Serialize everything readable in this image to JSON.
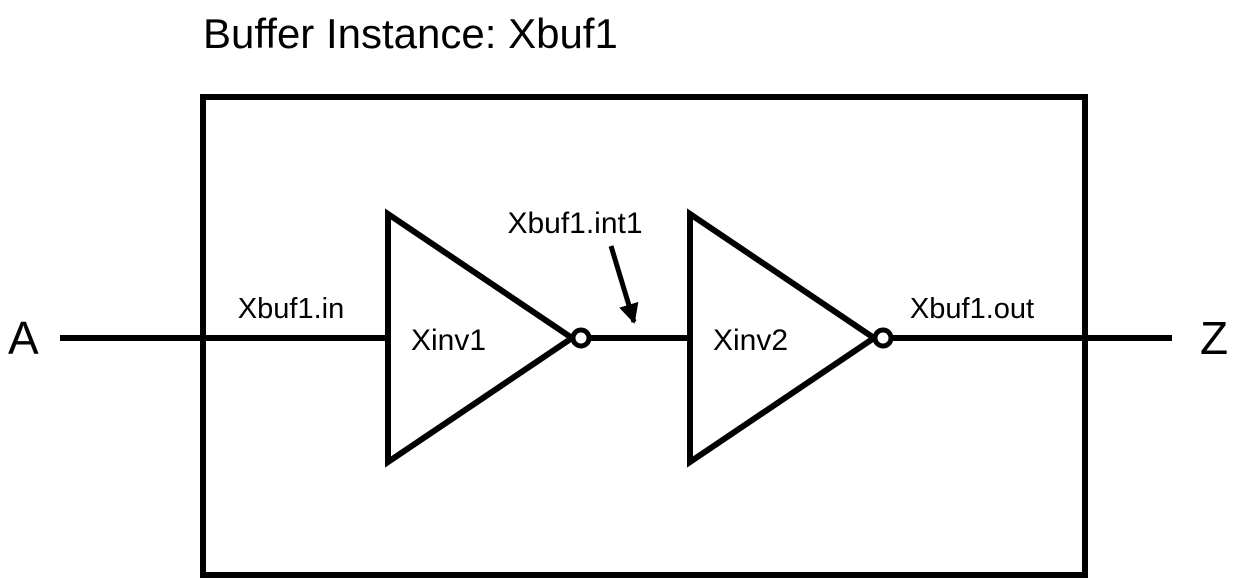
{
  "diagram": {
    "title": "Buffer Instance: Xbuf1",
    "ports": {
      "input": "A",
      "output": "Z"
    },
    "nets": {
      "input": "Xbuf1.in",
      "internal": "Xbuf1.int1",
      "output": "Xbuf1.out"
    },
    "instances": {
      "inverter1": "Xinv1",
      "inverter2": "Xinv2"
    }
  },
  "colors": {
    "ink": "#000000",
    "background": "#ffffff"
  }
}
